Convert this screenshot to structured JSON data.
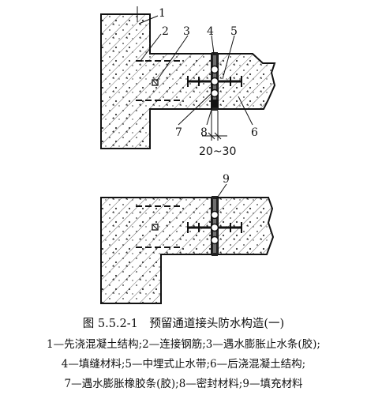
{
  "diagram": {
    "callouts": {
      "n1": "1",
      "n2": "2",
      "n3": "3",
      "n4": "4",
      "n5": "5",
      "n6": "6",
      "n7": "7",
      "n8": "8",
      "n9": "9"
    },
    "dimension": "20~30"
  },
  "caption": {
    "title": "图 5.5.2-1　预留通道接头防水构造(一)",
    "legend_line1": "1—先浇混凝土结构;2—连接钢筋;3—遇水膨胀止水条(胶);",
    "legend_line2": "4—填缝材料;5—中埋式止水带;6—后浇混凝土结构;",
    "legend_line3": "7—遇水膨胀橡胶条(胶);8—密封材料;9—填充材料"
  }
}
